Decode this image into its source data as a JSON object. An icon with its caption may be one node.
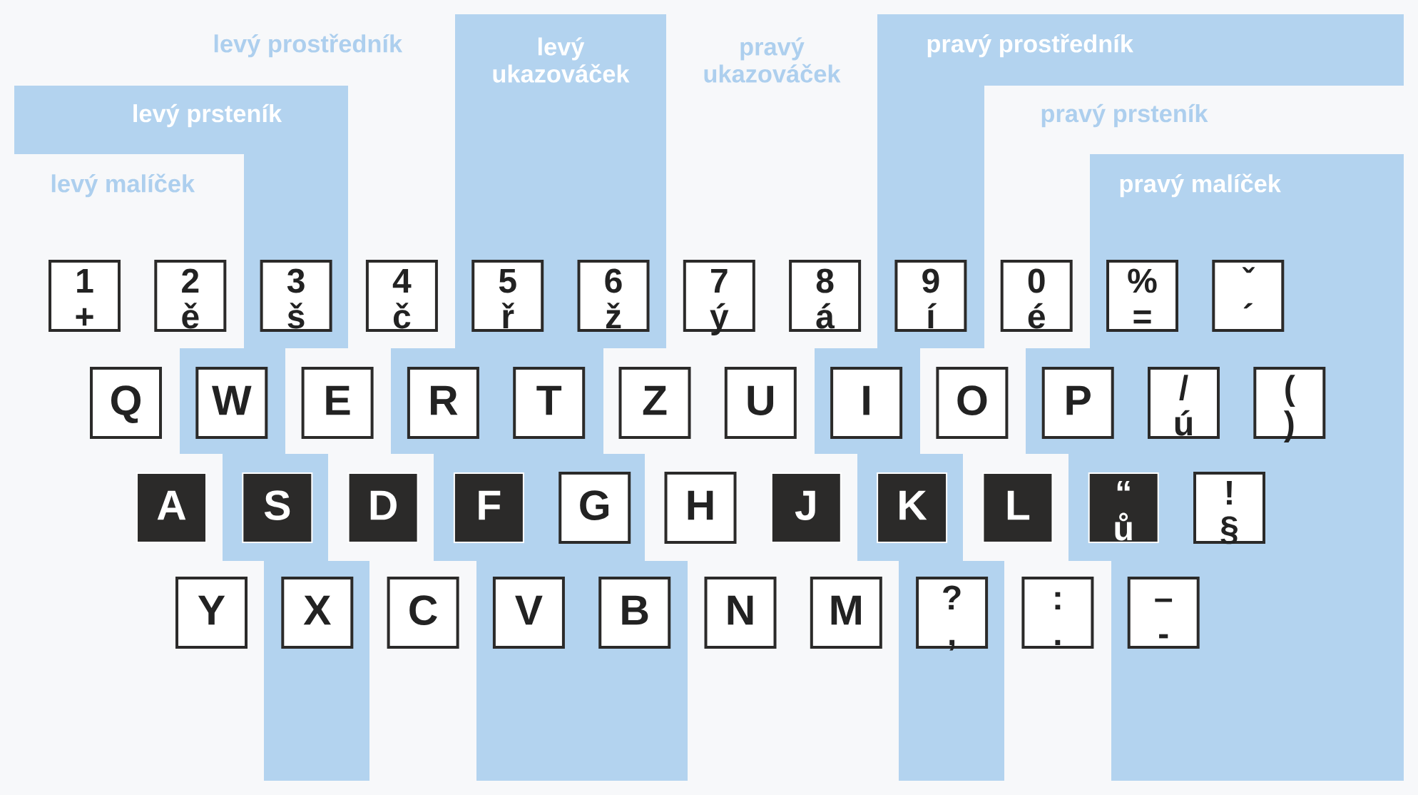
{
  "diagram": {
    "nodes": [
      {
        "text": [
          "levý prsteník"
        ]
      },
      {
        "text": [
          "levý ukazováček"
        ]
      },
      {
        "text": [
          "pravý prostředník"
        ]
      },
      {
        "text": [
          "pravý malíček"
        ]
      },
      {
        "text": [
          "1",
          "+"
        ]
      },
      {
        "text": [
          "2",
          "ě"
        ]
      },
      {
        "text": [
          "3",
          "š"
        ],
        "in": 0
      },
      {
        "text": [
          "4",
          "č"
        ]
      },
      {
        "text": [
          "5",
          "ř"
        ],
        "in": 1
      },
      {
        "text": [
          "6",
          "ž"
        ],
        "in": 1
      },
      {
        "text": [
          "7",
          "ý"
        ]
      },
      {
        "text": [
          "8",
          "á"
        ]
      },
      {
        "text": [
          "9",
          "í"
        ],
        "in": 2
      },
      {
        "text": [
          "0",
          "é"
        ]
      },
      {
        "text": [
          "%",
          "="
        ],
        "in": 3
      },
      {
        "text": [
          "ˇ",
          "´"
        ],
        "in": 3
      },
      {
        "text": [
          "Q"
        ]
      },
      {
        "text": [
          "W"
        ],
        "in": 0
      },
      {
        "text": [
          "E"
        ]
      },
      {
        "text": [
          "R"
        ],
        "in": 1
      },
      {
        "text": [
          "T"
        ],
        "in": 1
      },
      {
        "text": [
          "Z"
        ]
      },
      {
        "text": [
          "U"
        ]
      },
      {
        "text": [
          "I"
        ],
        "in": 2
      },
      {
        "text": [
          "O"
        ]
      },
      {
        "text": [
          "P"
        ],
        "in": 3
      },
      {
        "text": [
          "/",
          "ú"
        ],
        "in": 3
      },
      {
        "text": [
          "(",
          ")"
        ],
        "in": 3
      },
      {
        "text": [
          "A"
        ]
      },
      {
        "text": [
          "S"
        ],
        "in": 0
      },
      {
        "text": [
          "D"
        ]
      },
      {
        "text": [
          "F"
        ],
        "in": 1
      },
      {
        "text": [
          "G"
        ],
        "in": 1
      },
      {
        "text": [
          "H"
        ]
      },
      {
        "text": [
          "J"
        ]
      },
      {
        "text": [
          "K"
        ],
        "in": 2
      },
      {
        "text": [
          "L"
        ]
      },
      {
        "text": [
          "“",
          "ů"
        ],
        "in": 3
      },
      {
        "text": [
          "!",
          "§"
        ],
        "in": 3
      },
      {
        "text": [
          "Y"
        ]
      },
      {
        "text": [
          "X"
        ],
        "in": 0
      },
      {
        "text": [
          "C"
        ]
      },
      {
        "text": [
          "V"
        ],
        "in": 1
      },
      {
        "text": [
          "B"
        ],
        "in": 1
      },
      {
        "text": [
          "N"
        ]
      },
      {
        "text": [
          "M"
        ]
      },
      {
        "text": [
          "?",
          ","
        ],
        "in": 2
      },
      {
        "text": [
          ":",
          "."
        ]
      },
      {
        "text": [
          "–",
          "-"
        ],
        "in": 3
      }
    ],
    "labels": [
      "levý malíček",
      "levý prostředník",
      "pravý ukazováček",
      "pravý prsteník"
    ]
  }
}
